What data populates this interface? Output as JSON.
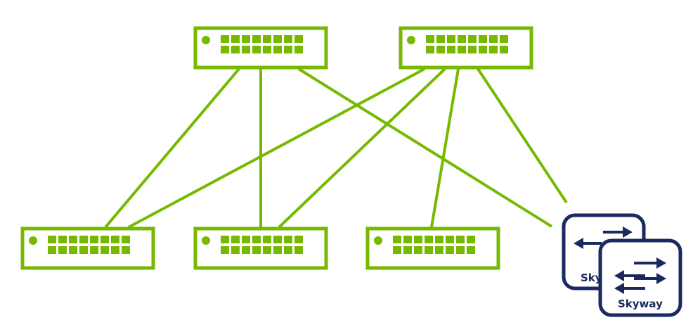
{
  "colors": {
    "accent": "#76b900",
    "skyway_border": "#1a2a5e",
    "skyway_arrow": "#1a2a5e",
    "background": "#ffffff"
  },
  "nodes": {
    "spine_switches": [
      {
        "id": "spine-1",
        "icon": "network-switch-icon",
        "port_rows": 2,
        "port_cols": 8
      },
      {
        "id": "spine-2",
        "icon": "network-switch-icon",
        "port_rows": 2,
        "port_cols": 8
      }
    ],
    "leaf_switches": [
      {
        "id": "leaf-1",
        "icon": "network-switch-icon",
        "port_rows": 2,
        "port_cols": 8
      },
      {
        "id": "leaf-2",
        "icon": "network-switch-icon",
        "port_rows": 2,
        "port_cols": 8
      },
      {
        "id": "leaf-3",
        "icon": "network-switch-icon",
        "port_rows": 2,
        "port_cols": 8
      }
    ],
    "gateways": [
      {
        "id": "skyway-back",
        "icon": "skyway-gateway-icon",
        "label": "Skyway"
      },
      {
        "id": "skyway-front",
        "icon": "skyway-gateway-icon",
        "label": "Skyway"
      }
    ]
  },
  "links": [
    {
      "from": "spine-1",
      "to": "leaf-1"
    },
    {
      "from": "spine-1",
      "to": "leaf-2"
    },
    {
      "from": "spine-1",
      "to": "skyway"
    },
    {
      "from": "spine-2",
      "to": "leaf-1"
    },
    {
      "from": "spine-2",
      "to": "leaf-2"
    },
    {
      "from": "spine-2",
      "to": "leaf-3"
    },
    {
      "from": "spine-2",
      "to": "skyway"
    }
  ]
}
